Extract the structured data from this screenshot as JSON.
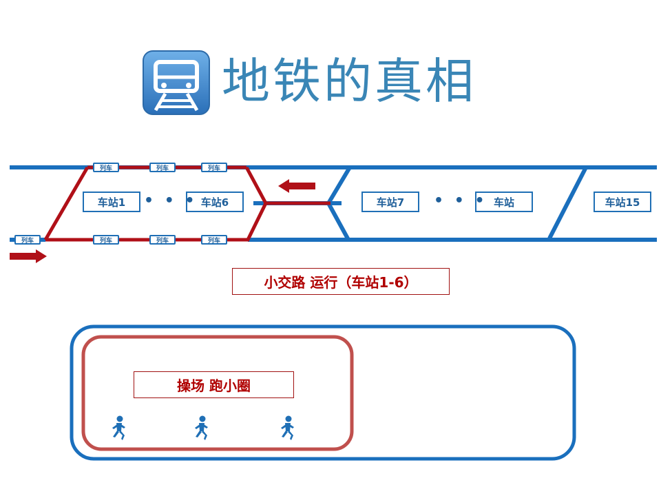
{
  "title": "地铁的真相",
  "logo_icon": "subway-train-icon",
  "stations": [
    {
      "label": "车站1"
    },
    {
      "label": "车站6"
    },
    {
      "label": "车站7"
    },
    {
      "label": "车站"
    },
    {
      "label": "车站15"
    }
  ],
  "ellipsis": "• • •",
  "train_label": "列车",
  "short_route_caption": "小交路  运行（车站1-6）",
  "playground_caption": "操场  跑小圈",
  "runner_icon": "running-person-icon",
  "colors": {
    "line_blue": "#1a6fbd",
    "route_red": "#b01018",
    "logo_text": "#3a86b6",
    "outer_loop": "#1a6fbd",
    "inner_loop": "#c0504d"
  }
}
